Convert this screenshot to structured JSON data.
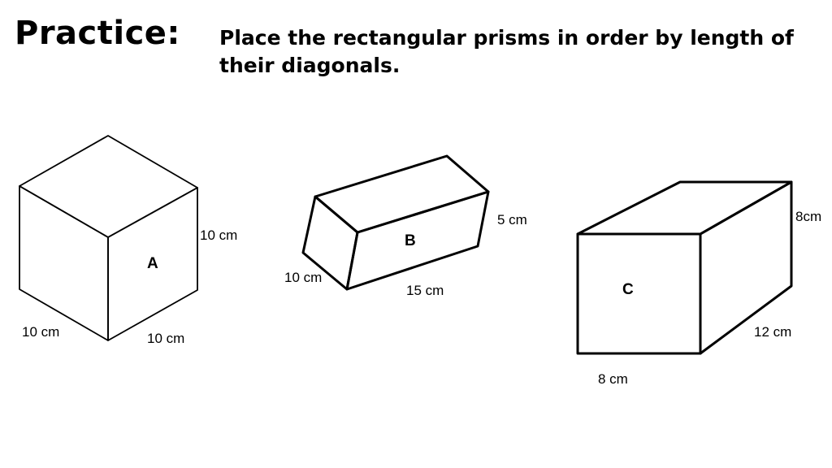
{
  "title": "Practice:",
  "instruction": "Place the rectangular prisms in order by length of their diagonals.",
  "prisms": {
    "a": {
      "label": "A",
      "height": "10 cm",
      "width": "10 cm",
      "depth": "10 cm"
    },
    "b": {
      "label": "B",
      "height": "5 cm",
      "width": "10 cm",
      "length": "15 cm"
    },
    "c": {
      "label": "C",
      "height": "8cm",
      "width": "8 cm",
      "length": "12 cm"
    }
  }
}
